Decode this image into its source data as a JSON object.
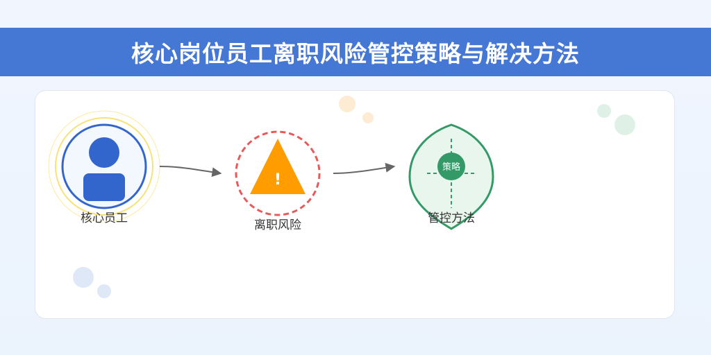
{
  "header": {
    "title": "核心岗位员工离职风险管控策略与解决方法"
  },
  "nodes": {
    "employee": {
      "label": "核心员工"
    },
    "risk": {
      "label": "离职风险",
      "symbol": "!"
    },
    "control": {
      "label": "管控方法",
      "badge": "策略"
    }
  },
  "colors": {
    "banner": "#4577d4",
    "employee": "#3366cc",
    "risk_border": "#e85a5a",
    "risk_fill": "#ff9d00",
    "control": "#339966",
    "control_fill": "#e8f6ee",
    "arrow": "#666666"
  }
}
